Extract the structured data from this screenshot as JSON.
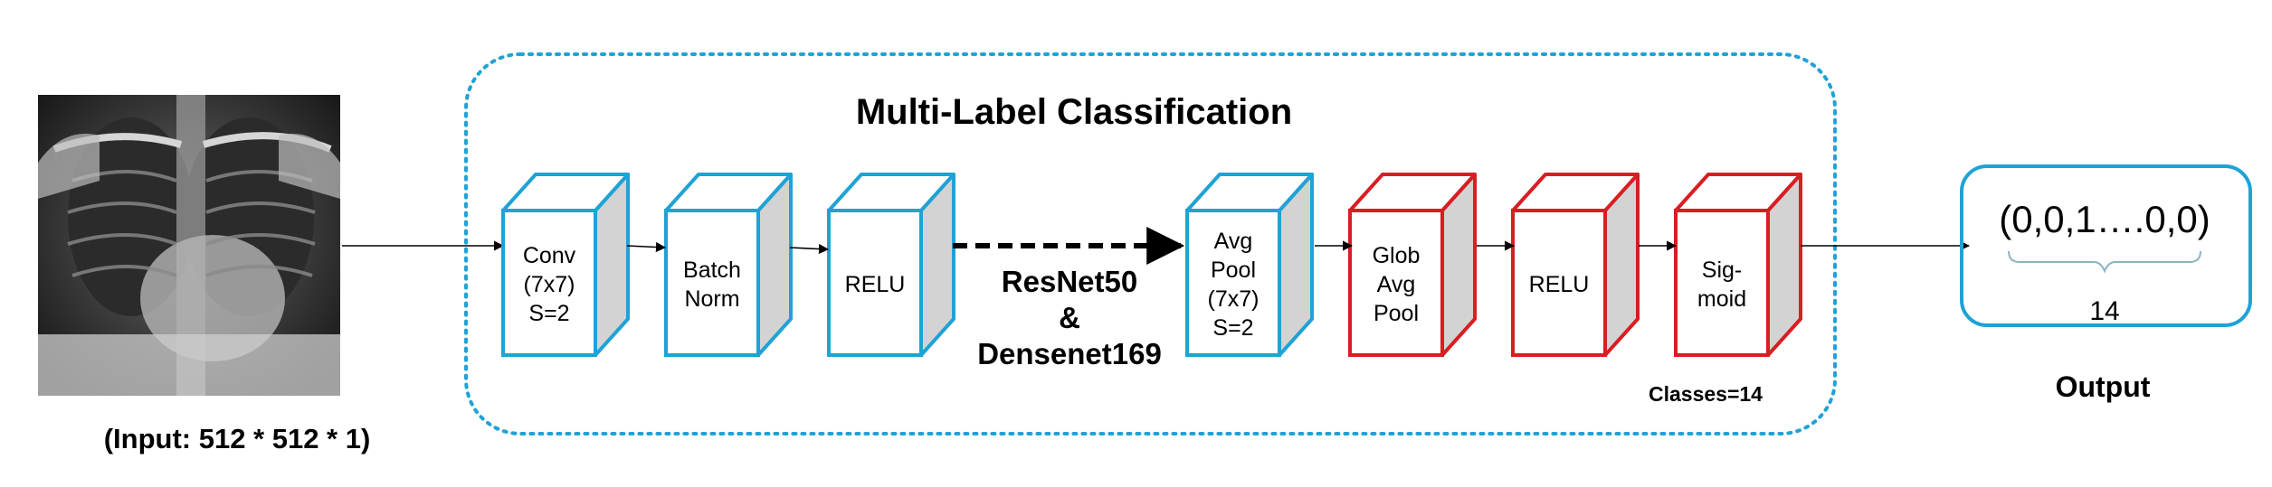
{
  "input": {
    "label": "(Input: 512 * 512 * 1)"
  },
  "container": {
    "title": "Multi-Label Classification",
    "classes_note": "Classes=14"
  },
  "blocks": [
    {
      "lines": [
        "Conv",
        "(7x7)",
        "S=2"
      ],
      "color": "#1fa2d6"
    },
    {
      "lines": [
        "Batch",
        "Norm"
      ],
      "color": "#1fa2d6"
    },
    {
      "lines": [
        "RELU"
      ],
      "color": "#1fa2d6"
    },
    {
      "lines": [
        "Avg",
        "Pool",
        "(7x7)",
        "S=2"
      ],
      "color": "#1fa2d6"
    },
    {
      "lines": [
        "Glob",
        "Avg",
        "Pool"
      ],
      "color": "#d81e22"
    },
    {
      "lines": [
        "RELU"
      ],
      "color": "#d81e22"
    },
    {
      "lines": [
        "Sig-",
        "moid"
      ],
      "color": "#d81e22"
    }
  ],
  "backbone": {
    "line1": "ResNet50",
    "line2": "&",
    "line3": "Densenet169"
  },
  "output": {
    "vector": "(0,0,1….0,0)",
    "count": "14",
    "label": "Output"
  },
  "colors": {
    "container_border": "#1fa2d6",
    "output_border": "#1fa2d6",
    "side_fill": "#d3d3d3"
  }
}
